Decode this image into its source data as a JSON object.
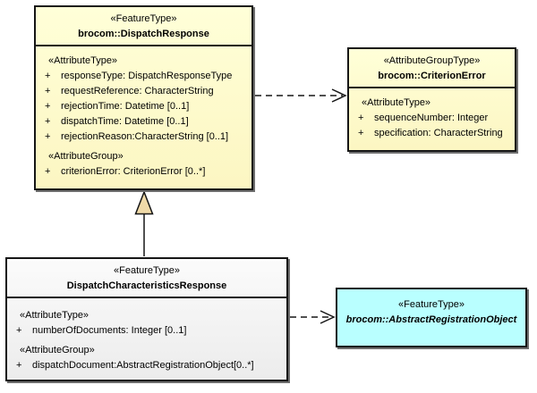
{
  "boxes": {
    "dispatchResponse": {
      "stereotype": "«FeatureType»",
      "name": "brocom::DispatchResponse",
      "attrTypeHeading": "«AttributeType»",
      "attrGroupHeading": "«AttributeGroup»",
      "attributes": [
        {
          "vis": "+",
          "text": "responseType: DispatchResponseType"
        },
        {
          "vis": "+",
          "text": "requestReference: CharacterString"
        },
        {
          "vis": "+",
          "text": "rejectionTime: Datetime [0..1]"
        },
        {
          "vis": "+",
          "text": "dispatchTime: Datetime [0..1]"
        },
        {
          "vis": "+",
          "text": "rejectionReason:CharacterString [0..1]"
        }
      ],
      "groupAttributes": [
        {
          "vis": "+",
          "text": "criterionError: CriterionError [0..*]"
        }
      ]
    },
    "criterionError": {
      "stereotype": "«AttributeGroupType»",
      "name": "brocom::CriterionError",
      "attrTypeHeading": "«AttributeType»",
      "attributes": [
        {
          "vis": "+",
          "text": "sequenceNumber: Integer"
        },
        {
          "vis": "+",
          "text": "specification: CharacterString"
        }
      ]
    },
    "dispatchCharacteristicsResponse": {
      "stereotype": "«FeatureType»",
      "name": "DispatchCharacteristicsResponse",
      "attrTypeHeading": "«AttributeType»",
      "attrGroupHeading": "«AttributeGroup»",
      "attributes": [
        {
          "vis": "+",
          "text": "numberOfDocuments: Integer [0..1]"
        }
      ],
      "groupAttributes": [
        {
          "vis": "+",
          "text": "dispatchDocument:AbstractRegistrationObject[0..*]"
        }
      ]
    },
    "abstractRegistrationObject": {
      "stereotype": "«FeatureType»",
      "name": "brocom::AbstractRegistrationObject"
    }
  },
  "connectors": [
    {
      "type": "dependency",
      "from": "brocom::DispatchResponse",
      "to": "brocom::CriterionError",
      "style": "dashed-open-arrow"
    },
    {
      "type": "generalization",
      "from": "DispatchCharacteristicsResponse",
      "to": "brocom::DispatchResponse",
      "style": "solid-hollow-triangle"
    },
    {
      "type": "dependency",
      "from": "DispatchCharacteristicsResponse",
      "to": "brocom::AbstractRegistrationObject",
      "style": "dashed-open-arrow"
    }
  ],
  "colors": {
    "class_fill": "#FFFFCC",
    "abstract_fill": "#B9FFFF",
    "neutral_fill": "#F2F2F2",
    "border": "#161616",
    "generalization_triangle_fill": "#F0DAA8"
  }
}
